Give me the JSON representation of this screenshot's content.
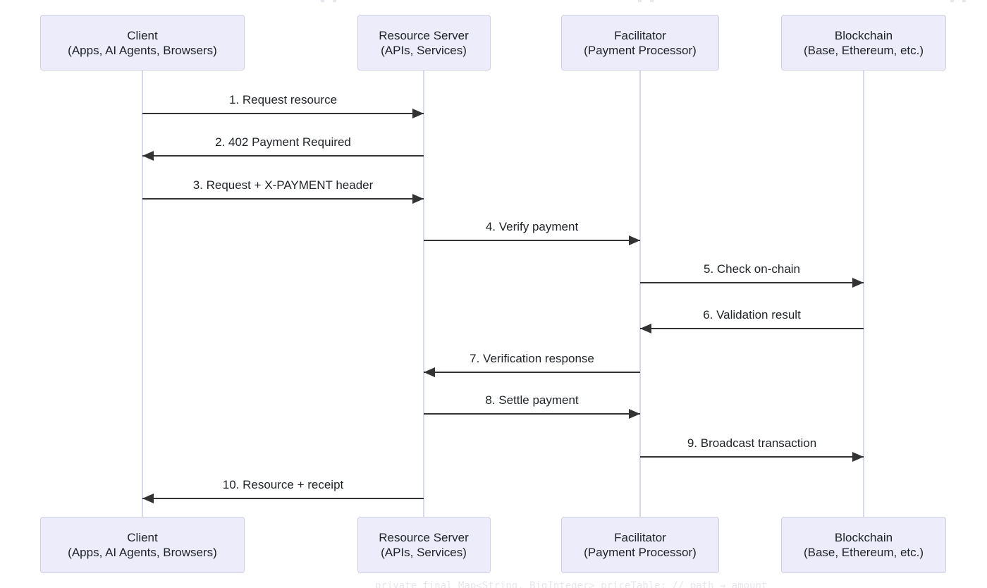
{
  "diagram": {
    "type": "sequence",
    "actors": [
      {
        "id": "client",
        "name": "Client",
        "detail": "(Apps, AI Agents, Browsers)"
      },
      {
        "id": "resource-server",
        "name": "Resource Server",
        "detail": "(APIs, Services)"
      },
      {
        "id": "facilitator",
        "name": "Facilitator",
        "detail": "(Payment Processor)"
      },
      {
        "id": "blockchain",
        "name": "Blockchain",
        "detail": "(Base, Ethereum, etc.)"
      }
    ],
    "messages": [
      {
        "label": "1. Request resource",
        "from": "client",
        "to": "resource-server"
      },
      {
        "label": "2. 402 Payment Required",
        "from": "resource-server",
        "to": "client"
      },
      {
        "label": "3. Request + X-PAYMENT header",
        "from": "client",
        "to": "resource-server"
      },
      {
        "label": "4. Verify payment",
        "from": "resource-server",
        "to": "facilitator"
      },
      {
        "label": "5. Check on-chain",
        "from": "facilitator",
        "to": "blockchain"
      },
      {
        "label": "6. Validation result",
        "from": "blockchain",
        "to": "facilitator"
      },
      {
        "label": "7. Verification response",
        "from": "facilitator",
        "to": "resource-server"
      },
      {
        "label": "8. Settle payment",
        "from": "resource-server",
        "to": "facilitator"
      },
      {
        "label": "9. Broadcast transaction",
        "from": "facilitator",
        "to": "blockchain"
      },
      {
        "label": "10. Resource + receipt",
        "from": "resource-server",
        "to": "client"
      }
    ],
    "colors": {
      "background": "#FFFFFF",
      "actor_fill": "#ECECFA",
      "actor_border": "#CFCFE6",
      "lifeline": "#D8D8EC",
      "arrow": "#333333",
      "text": "#1F2328",
      "clipped_code": "#E6E6ED"
    }
  },
  "background_code_fragment": {
    "bottom_line": "private final Map<String, BigInteger> priceTable; // path → amount"
  }
}
